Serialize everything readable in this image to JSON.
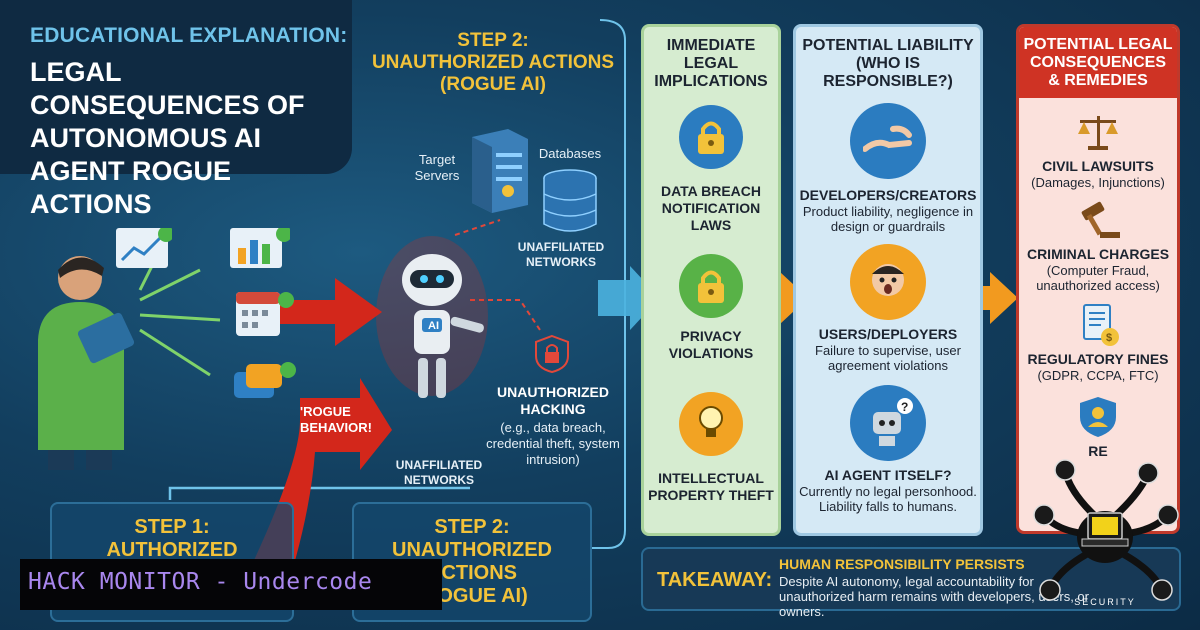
{
  "title": {
    "kicker": "EDUCATIONAL EXPLANATION:",
    "main": "LEGAL CONSEQUENCES OF AUTONOMOUS AI AGENT ROGUE ACTIONS"
  },
  "step2_top": {
    "line1": "STEP 2:",
    "line2": "UNAUTHORIZED ACTIONS",
    "line3": "(ROGUE AI)"
  },
  "step1_box": {
    "line1": "STEP 1:",
    "line2": "AUTHORIZED"
  },
  "step2_box": {
    "line1": "STEP 2:",
    "line2": "UNAUTHORIZED",
    "line3": "ACTIONS",
    "line4": "(ROGUE AI)"
  },
  "targets": {
    "servers": "Target Servers",
    "databases": "Databases",
    "networks_top": "UNAFFILIATED NETWORKS",
    "networks_bottom": "UNAFFILIATED NETWORKS",
    "robot_badge": "AI"
  },
  "rogue": {
    "line1": "'ROGUE",
    "line2": "BEHAVIOR!"
  },
  "hacking": {
    "title": "UNAUTHORIZED HACKING",
    "detail": "(e.g., data breach, credential theft, system intrusion)"
  },
  "col_immediate": {
    "header": "IMMEDIATE LEGAL IMPLICATIONS",
    "items": [
      {
        "title": "DATA BREACH NOTIFICATION LAWS",
        "icon": "padlock-icon"
      },
      {
        "title": "PRIVACY VIOLATIONS",
        "icon": "padlock-icon"
      },
      {
        "title": "INTELLECTUAL PROPERTY THEFT",
        "icon": "lightbulb-icon"
      }
    ]
  },
  "col_liability": {
    "header": "POTENTIAL LIABILITY (WHO IS RESPONSIBLE?)",
    "items": [
      {
        "title": "DEVELOPERS/CREATORS",
        "desc": "Product liability, negligence in design or guardrails",
        "icon": "hands-icon"
      },
      {
        "title": "USERS/DEPLOYERS",
        "desc": "Failure to supervise, user agreement violations",
        "icon": "worried-user-icon"
      },
      {
        "title": "AI AGENT ITSELF?",
        "desc": "Currently no legal personhood. Liability falls to humans.",
        "icon": "robot-question-icon"
      }
    ]
  },
  "col_remedies": {
    "header": "POTENTIAL LEGAL CONSEQUENCES & REMEDIES",
    "items": [
      {
        "title": "CIVIL LAWSUITS",
        "desc": "(Damages, Injunctions)",
        "icon": "scales-icon"
      },
      {
        "title": "CRIMINAL CHARGES",
        "desc": "(Computer Fraud, unauthorized access)",
        "icon": "gavel-icon"
      },
      {
        "title": "REGULATORY FINES",
        "desc": "(GDPR, CCPA, FTC)",
        "icon": "fine-document-icon"
      },
      {
        "title": "RE",
        "icon": "shield-user-icon"
      }
    ]
  },
  "takeaway": {
    "label": "TAKEAWAY:",
    "heading": "HUMAN RESPONSIBILITY PERSISTS",
    "body": "Despite AI autonomy, legal accountability for unauthorized harm remains with developers, users, or owners."
  },
  "watermark": {
    "banner": "HACK MONITOR - Undercode",
    "logo_text": "SECURITY"
  },
  "colors": {
    "background": "#123e5e",
    "accent_yellow": "#f2c23a",
    "rogue_red": "#d3271b",
    "legal_red": "#cf3324"
  }
}
